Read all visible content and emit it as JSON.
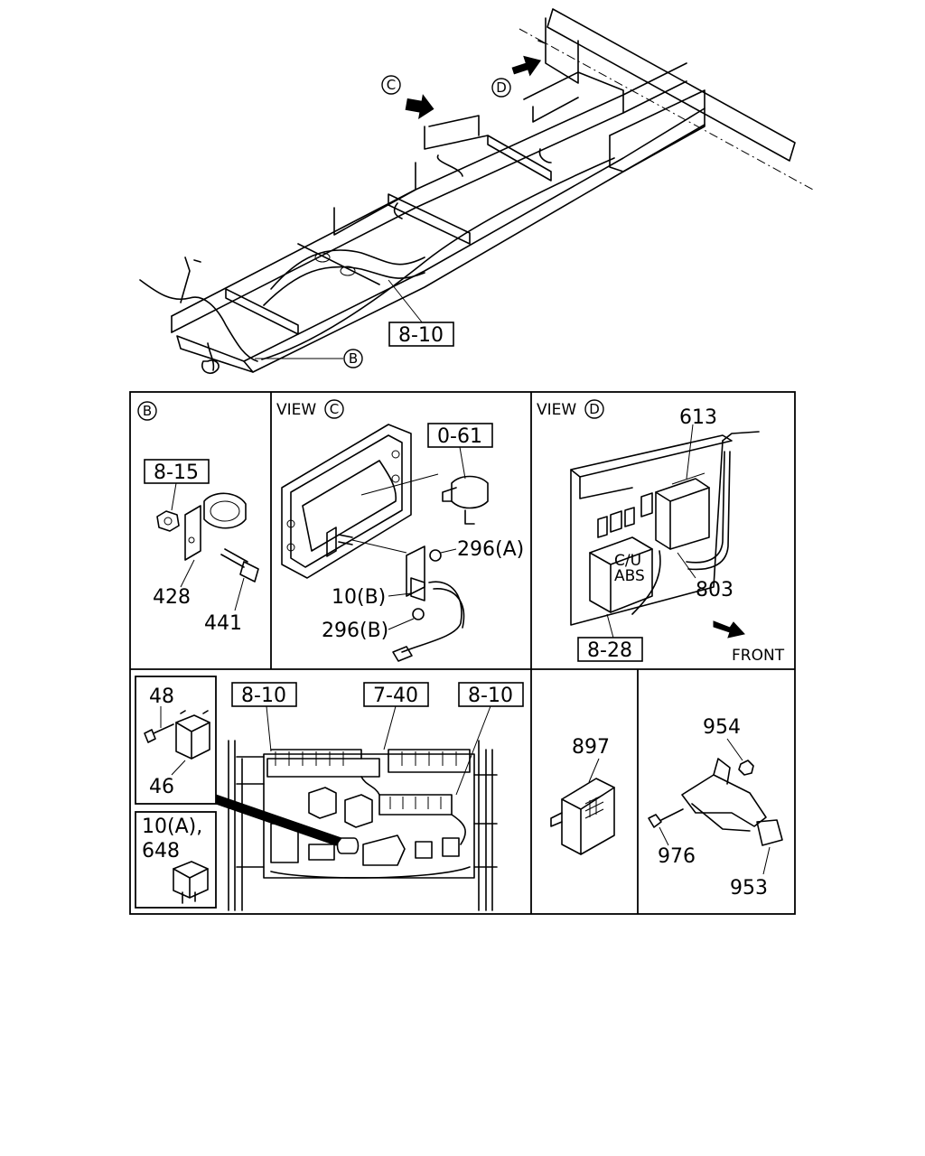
{
  "top": {
    "view_marker_c": "C",
    "view_marker_d": "D",
    "detail_marker_b": "B",
    "ref_frame": "8-10"
  },
  "panel_b": {
    "marker": "B",
    "ref_box": "8-15",
    "part_bracket": "428",
    "part_bolt": "441"
  },
  "panel_view_c": {
    "view_word": "VIEW",
    "marker": "C",
    "ref_box": "0-61",
    "part_296a": "296(A)",
    "part_10b": "10(B)",
    "part_296b": "296(B)"
  },
  "panel_view_d": {
    "view_word": "VIEW",
    "marker": "D",
    "part_613": "613",
    "part_803": "803",
    "cu_label_1": "C/U",
    "cu_label_2": "ABS",
    "ref_box": "8-28",
    "front_label": "FRONT"
  },
  "panel_relay": {
    "part_48": "48",
    "part_46": "46",
    "part_10a_line1": "10(A),",
    "part_10a_line2": "648"
  },
  "panel_board": {
    "ref_left": "8-10",
    "ref_mid": "7-40",
    "ref_right": "8-10"
  },
  "panel_897": {
    "part": "897"
  },
  "panel_bracket": {
    "part_954": "954",
    "part_976": "976",
    "part_953": "953"
  }
}
